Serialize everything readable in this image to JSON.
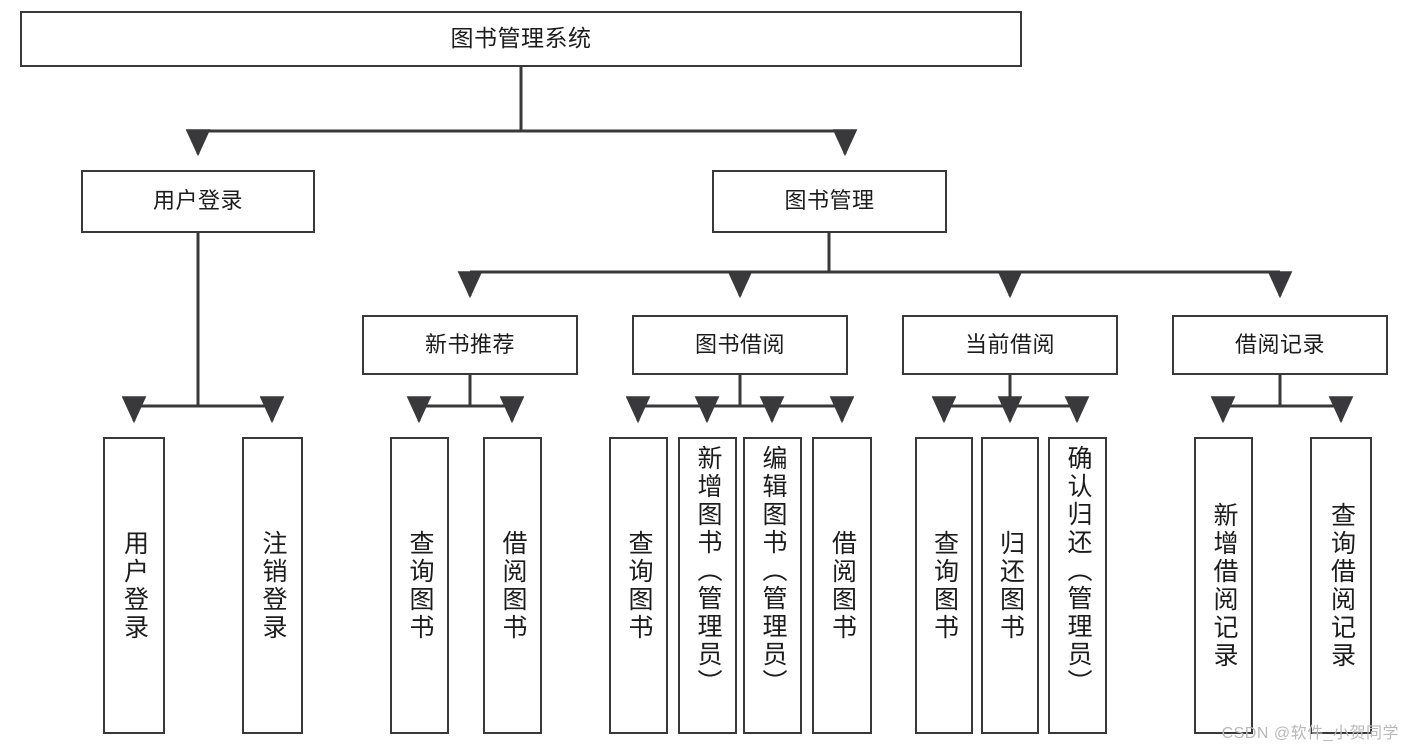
{
  "diagram": {
    "title": "图书管理系统",
    "type": "tree-hierarchy",
    "nodes": {
      "root": {
        "label": "图书管理系统"
      },
      "level2": [
        {
          "id": "user-login",
          "label": "用户登录"
        },
        {
          "id": "book-management",
          "label": "图书管理"
        }
      ],
      "level3": [
        {
          "id": "new-book-recommend",
          "label": "新书推荐"
        },
        {
          "id": "book-borrow",
          "label": "图书借阅"
        },
        {
          "id": "current-borrow",
          "label": "当前借阅"
        },
        {
          "id": "borrow-record",
          "label": "借阅记录"
        }
      ],
      "leaves": {
        "user_login": [
          {
            "id": "leaf-user-login",
            "label": "用户登录"
          },
          {
            "id": "leaf-logout-login",
            "label": "注销登录"
          }
        ],
        "new_book_recommend": [
          {
            "id": "leaf-query-book-1",
            "label": "查询图书"
          },
          {
            "id": "leaf-borrow-book-1",
            "label": "借阅图书"
          }
        ],
        "book_borrow": [
          {
            "id": "leaf-query-book-2",
            "label": "查询图书"
          },
          {
            "id": "leaf-add-book",
            "label": "新增图书（管理员）"
          },
          {
            "id": "leaf-edit-book",
            "label": "编辑图书（管理员）"
          },
          {
            "id": "leaf-borrow-book-2",
            "label": "借阅图书"
          }
        ],
        "current_borrow": [
          {
            "id": "leaf-query-book-3",
            "label": "查询图书"
          },
          {
            "id": "leaf-return-book",
            "label": "归还图书"
          },
          {
            "id": "leaf-confirm-return",
            "label": "确认归还（管理员）"
          }
        ],
        "borrow_record": [
          {
            "id": "leaf-add-borrow-record",
            "label": "新增借阅记录"
          },
          {
            "id": "leaf-query-borrow-record",
            "label": "查询借阅记录"
          }
        ]
      }
    },
    "colors": {
      "stroke": "#39393b",
      "fill": "#ffffff",
      "text": "#1c1c1c",
      "watermark": "#b9b9b9"
    }
  },
  "watermark": {
    "text": "CSDN @软件_小贺同学"
  }
}
